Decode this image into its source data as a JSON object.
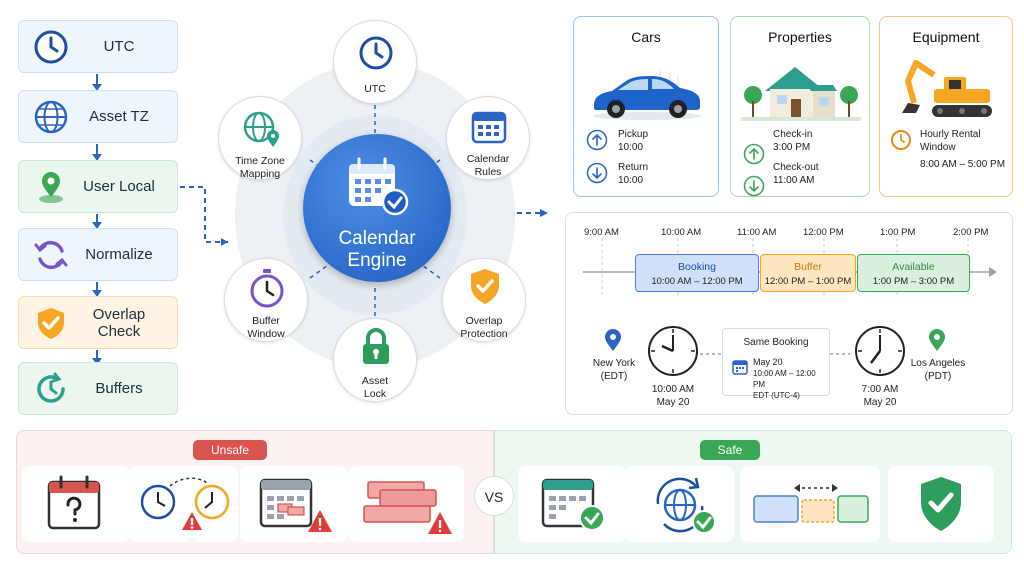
{
  "pipeline": {
    "steps": [
      {
        "label": "UTC",
        "icon": "clock-icon"
      },
      {
        "label": "Asset TZ",
        "icon": "globe-icon"
      },
      {
        "label": "User Local",
        "icon": "location-pin-icon"
      },
      {
        "label": "Normalize",
        "icon": "refresh-icon"
      },
      {
        "label": "Overlap Check",
        "icon": "shield-check-icon"
      },
      {
        "label": "Buffers",
        "icon": "timer-icon"
      }
    ]
  },
  "engine": {
    "title_line1": "Calendar",
    "title_line2": "Engine",
    "nodes": {
      "utc": "UTC",
      "tz_mapping_1": "Time Zone",
      "tz_mapping_2": "Mapping",
      "calendar_rules_1": "Calendar",
      "calendar_rules_2": "Rules",
      "buffer_window_1": "Buffer",
      "buffer_window_2": "Window",
      "overlap_protection_1": "Overlap",
      "overlap_protection_2": "Protection",
      "asset_lock_1": "Asset",
      "asset_lock_2": "Lock"
    }
  },
  "assets": {
    "cars": {
      "title": "Cars",
      "pickup_label": "Pickup",
      "pickup_time": "10:00",
      "return_label": "Return",
      "return_time": "10:00"
    },
    "properties": {
      "title": "Properties",
      "checkin_label": "Check-in",
      "checkin_time": "3:00 PM",
      "checkout_label": "Check-out",
      "checkout_time": "11:00 AM"
    },
    "equipment": {
      "title": "Equipment",
      "rental_label_1": "Hourly Rental",
      "rental_label_2": "Window",
      "rental_time": "8:00 AM – 5:00 PM"
    }
  },
  "timeline": {
    "ticks": [
      "9:00 AM",
      "10:00 AM",
      "11:00 AM",
      "12:00 PM",
      "1:00 PM",
      "2:00 PM"
    ],
    "blocks": [
      {
        "label": "Booking",
        "time": "10:00 AM – 12:00 PM"
      },
      {
        "label": "Buffer",
        "time": "12:00 PM – 1:00 PM"
      },
      {
        "label": "Available",
        "time": "1:00 PM – 3:00 PM"
      }
    ]
  },
  "tz_compare": {
    "left_city_1": "New York",
    "left_city_2": "(EDT)",
    "left_time": "10:00 AM",
    "left_date": "May 20",
    "center_title": "Same Booking",
    "center_date": "May 20",
    "center_range": "10:00 AM – 12:00 PM",
    "center_zone": "EDT (UTC-4)",
    "right_city_1": "Los Angeles",
    "right_city_2": "(PDT)",
    "right_time": "7:00 AM",
    "right_date": "May 20"
  },
  "compare": {
    "unsafe_label": "Unsafe",
    "safe_label": "Safe",
    "vs_label": "VS"
  },
  "colors": {
    "primary": "#2a64c5",
    "unsafe": "#d9534f",
    "safe": "#3aa757",
    "buffer": "#f5a623",
    "booking": "#4a7fd4"
  }
}
